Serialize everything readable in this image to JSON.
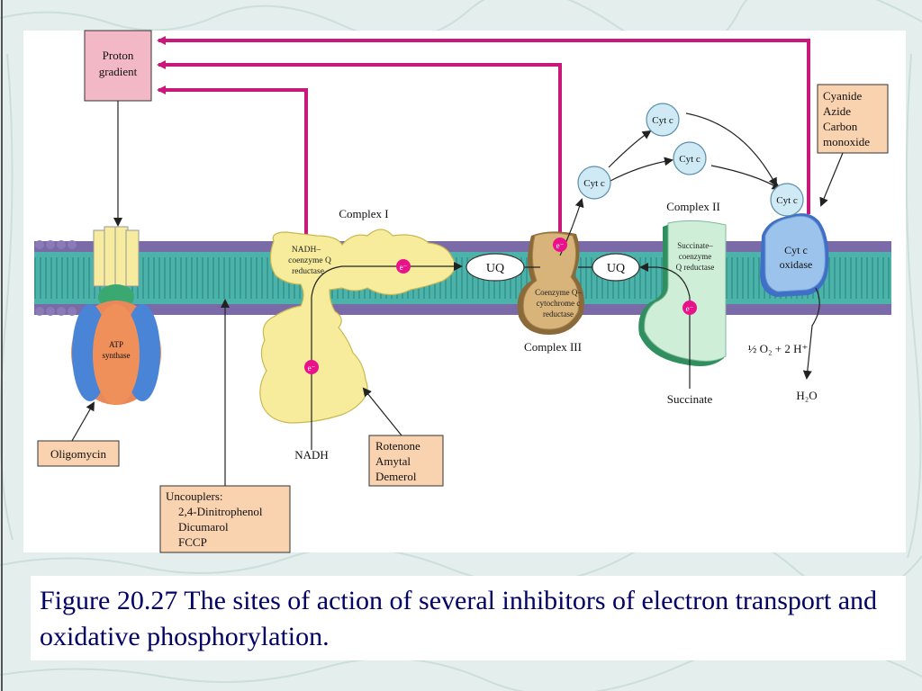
{
  "colors": {
    "arrow": "#c8187a",
    "membrane": "#3aa6a0",
    "heads": "#7b6aa8",
    "box_pink": "#f2b8c6",
    "box_peach": "#f9d2b0",
    "complex1": "#f7ec9c",
    "complex2": "#cfeed8",
    "complex3": "#d8b47a",
    "oxidase": "#9cc3ec",
    "cytc": "#cfeaf5",
    "electron": "#e8128a",
    "caption": "#000066"
  },
  "labels": {
    "proton_gradient": [
      "Proton",
      "gradient"
    ],
    "complex_i": "Complex I",
    "complex_ii": "Complex II",
    "complex_iii": "Complex III",
    "nadh_reductase": [
      "NADH–",
      "coenzyme Q",
      "reductase"
    ],
    "succinate_reductase": [
      "Succinate–",
      "coenzyme",
      "Q reductase"
    ],
    "coq_cytc_reductase": [
      "Coenzyme Q–",
      "cytochrome c",
      "reductase"
    ],
    "cyt_oxidase": [
      "Cyt c",
      "oxidase"
    ],
    "atp_synthase": [
      "ATP",
      "synthase"
    ],
    "uq": "UQ",
    "cyt_c": "Cyt c",
    "electron": "e⁻",
    "nadh": "NADH",
    "succinate": "Succinate",
    "oxygen_reaction": "½ O₂ + 2 H⁺",
    "water": "H₂O"
  },
  "inhibitors": {
    "cyanide_group": [
      "Cyanide",
      "Azide",
      "Carbon",
      "monoxide"
    ],
    "rotenone_group": [
      "Rotenone",
      "Amytal",
      "Demerol"
    ],
    "oligomycin": "Oligomycin",
    "uncouplers_title": "Uncouplers:",
    "uncouplers": [
      "2,4-Dinitrophenol",
      "Dicumarol",
      "FCCP"
    ]
  },
  "caption": "Figure 20.27 The sites of action of several inhibitors of electron transport and oxidative phosphorylation."
}
